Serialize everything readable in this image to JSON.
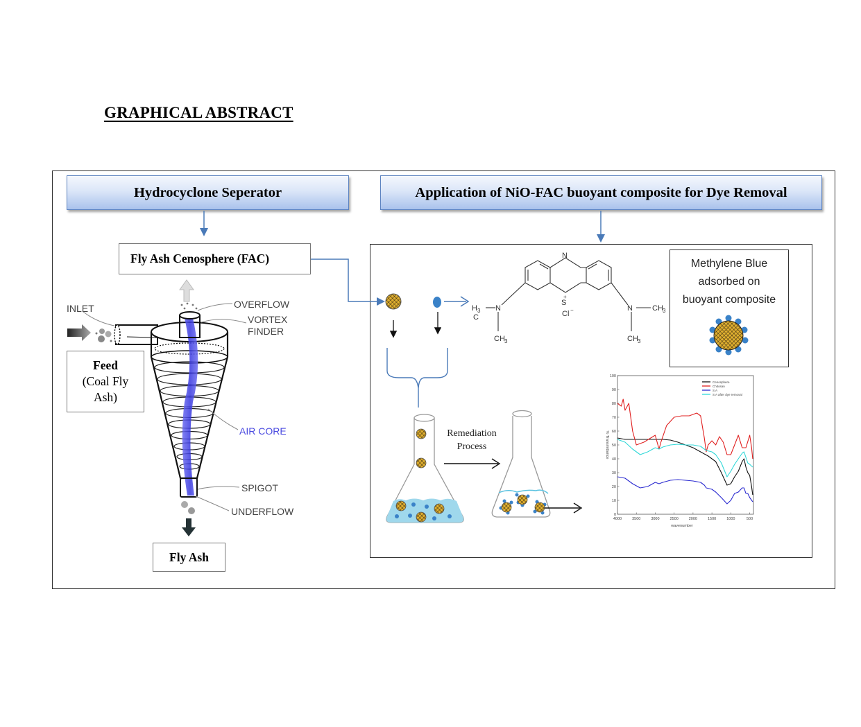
{
  "title": "GRAPHICAL ABSTRACT",
  "left_panel": {
    "header": "Hydrocyclone Seperator",
    "product_box": "Fly Ash Cenosphere (FAC)",
    "feed_box": {
      "title": "Feed",
      "line1": "(Coal Fly",
      "line2": "Ash)"
    },
    "output_box": "Fly Ash",
    "cyclone_labels": {
      "inlet": "INLET",
      "overflow": "OVERFLOW",
      "vortex_finder_1": "VORTEX",
      "vortex_finder_2": "FINDER",
      "air_core": "AIR CORE",
      "spigot": "SPIGOT",
      "underflow": "UNDERFLOW"
    },
    "colors": {
      "air_core": "#4a4ae0",
      "arrow": "#4a7ab8"
    }
  },
  "right_panel": {
    "header": "Application of NiO-FAC buoyant composite for Dye Removal",
    "molecule_labels": {
      "top_n": "N",
      "left_n": "N",
      "right_n": "N",
      "s_plus": "S",
      "plus": "+",
      "cl": "Cl",
      "minus": "−",
      "h3": "H",
      "h3_sub": "3",
      "c": "C",
      "ch3": "CH",
      "sub3": "3"
    },
    "mb_box": {
      "line1": "Methylene Blue",
      "line2": "adsorbed on",
      "line3": "buoyant composite"
    },
    "process_label": {
      "line1": "Remediation",
      "line2": "Process"
    },
    "colors": {
      "composite_fill": "#e0b030",
      "dye": "#3a82c8",
      "water": "#9fd8ec"
    }
  },
  "chart_data": {
    "type": "line",
    "title": "",
    "xlabel": "wavenumber",
    "ylabel": "% Transmittance",
    "xlim": [
      4000,
      400
    ],
    "ylim": [
      0,
      100
    ],
    "x_ticks": [
      "4000",
      "3500",
      "3000",
      "2500",
      "2000",
      "1500",
      "1000",
      "500"
    ],
    "y_ticks": [
      "0",
      "10",
      "20",
      "30",
      "40",
      "50",
      "60",
      "70",
      "80",
      "90",
      "100"
    ],
    "legend_position": "top-right",
    "grid": false,
    "series": [
      {
        "name": "Cenosphere",
        "color": "#111111",
        "x": [
          4000,
          3800,
          3600,
          3400,
          3200,
          3000,
          2800,
          2600,
          2400,
          2200,
          2000,
          1800,
          1600,
          1400,
          1250,
          1100,
          1000,
          900,
          800,
          700,
          650,
          600,
          550,
          500,
          450,
          420
        ],
        "y": [
          55,
          54,
          54,
          54,
          54,
          54,
          54,
          53.5,
          52,
          50,
          48,
          45,
          42,
          38,
          30,
          21,
          22,
          27,
          31,
          38,
          40,
          34,
          30,
          28,
          20,
          14
        ]
      },
      {
        "name": "Chitosan",
        "color": "#e02020",
        "x": [
          4000,
          3900,
          3850,
          3800,
          3700,
          3650,
          3600,
          3500,
          3300,
          3000,
          2900,
          2850,
          2700,
          2500,
          2300,
          2100,
          1900,
          1800,
          1700,
          1650,
          1600,
          1500,
          1400,
          1300,
          1200,
          1100,
          1000,
          900,
          800,
          700,
          600,
          500,
          450,
          420
        ],
        "y": [
          80,
          78,
          83,
          75,
          80,
          70,
          60,
          50,
          52,
          57,
          47,
          52,
          64,
          70,
          71,
          71,
          73,
          71,
          55,
          45,
          50,
          53,
          50,
          56,
          52,
          43,
          43,
          50,
          57,
          48,
          48,
          57,
          48,
          40
        ]
      },
      {
        "name": "S A",
        "color": "#2a2ad0",
        "x": [
          4000,
          3800,
          3600,
          3400,
          3200,
          3000,
          2900,
          2800,
          2600,
          2400,
          2200,
          2000,
          1800,
          1700,
          1650,
          1500,
          1400,
          1250,
          1100,
          1000,
          900,
          800,
          700,
          650,
          600,
          550,
          500,
          420
        ],
        "y": [
          27,
          26,
          22,
          19,
          20,
          23,
          22,
          23,
          24.5,
          25,
          24.5,
          24,
          23,
          21,
          19,
          18,
          16,
          12,
          7.5,
          10,
          15,
          16,
          19,
          19,
          15,
          15,
          12,
          9
        ]
      },
      {
        "name": "S A after dye removal",
        "color": "#30d8d8",
        "x": [
          4000,
          3800,
          3600,
          3400,
          3200,
          3000,
          2900,
          2800,
          2600,
          2400,
          2200,
          2000,
          1800,
          1650,
          1500,
          1400,
          1250,
          1100,
          1000,
          900,
          800,
          700,
          650,
          600,
          550,
          500,
          420
        ],
        "y": [
          54,
          52,
          47,
          43,
          45,
          48,
          47,
          48.5,
          50,
          50.5,
          50,
          50,
          49,
          46,
          45,
          43,
          37,
          27,
          31,
          36,
          40,
          44,
          45,
          41,
          37,
          36,
          34
        ]
      }
    ]
  }
}
